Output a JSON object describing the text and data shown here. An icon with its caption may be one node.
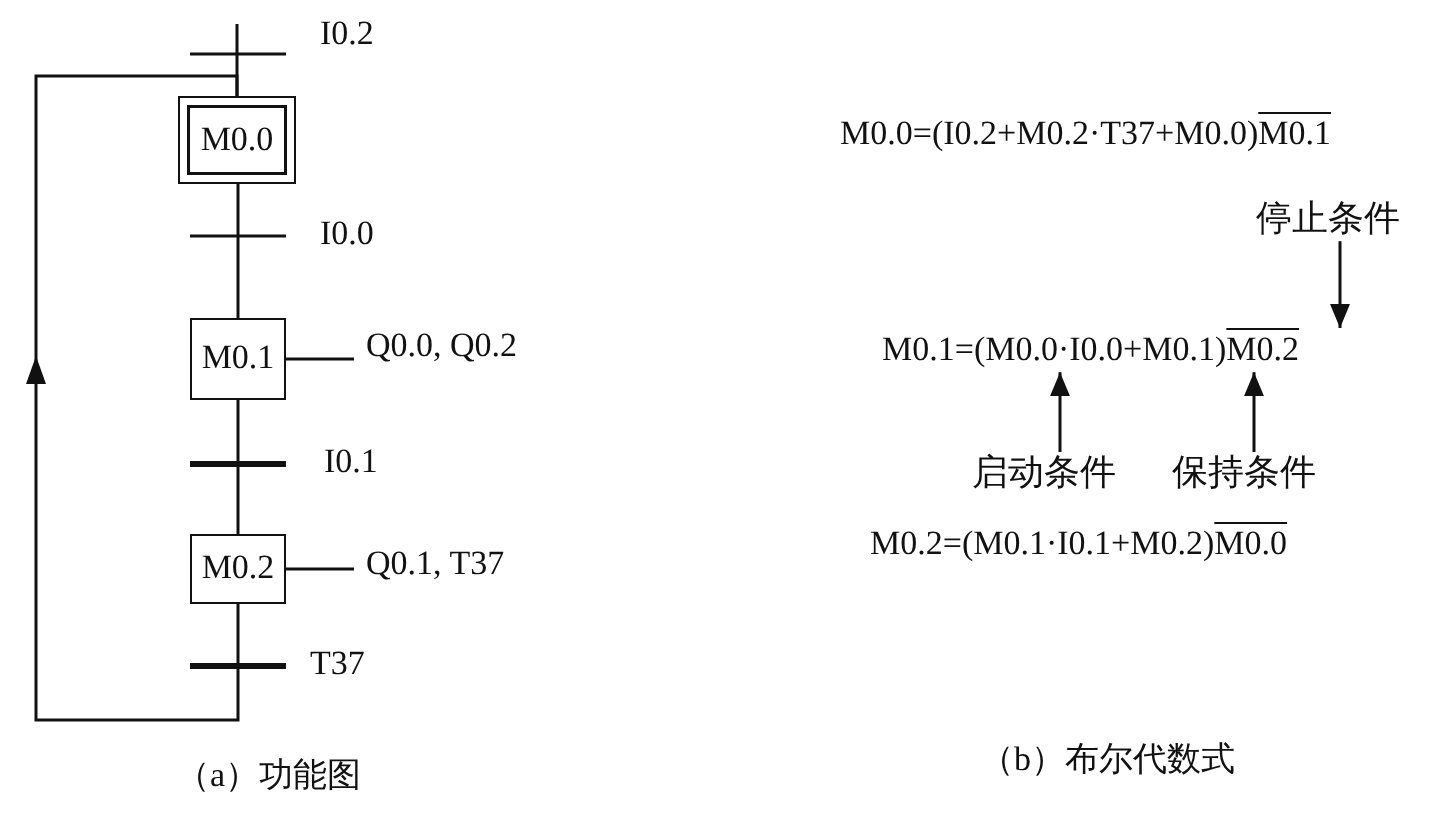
{
  "diagram": {
    "nodes": [
      {
        "text": [
          "M0.0"
        ]
      },
      {
        "text": [
          "M0.1"
        ]
      },
      {
        "text": [
          "M0.2"
        ]
      },
      {
        "text": [
          "Q0.0, Q0.2"
        ]
      },
      {
        "text": [
          "Q0.1, T37"
        ]
      },
      {
        "text": [
          "停止条件"
        ]
      },
      {
        "text": [
          "启动条件"
        ]
      },
      {
        "text": [
          "保持条件"
        ]
      },
      {
        "text": [
          "M0.1=(M0.0·I0.0+M0.1)",
          "M0.2"
        ]
      }
    ],
    "edges": [
      {
        "from": null,
        "to": 0,
        "arrow": "none",
        "label": "I0.2"
      },
      {
        "from": 0,
        "to": 1,
        "arrow": "none",
        "label": "I0.0"
      },
      {
        "from": 1,
        "to": 2,
        "arrow": "none",
        "label": "I0.1"
      },
      {
        "from": 2,
        "to": 0,
        "arrow": "to",
        "label": "T37"
      },
      {
        "from": 1,
        "to": 3,
        "arrow": "none"
      },
      {
        "from": 2,
        "to": 4,
        "arrow": "none"
      },
      {
        "from": 5,
        "to": 8,
        "arrow": "to"
      },
      {
        "from": 6,
        "to": 8,
        "arrow": "to"
      },
      {
        "from": 7,
        "to": 8,
        "arrow": "to"
      }
    ],
    "labels": [
      "M0.0=(I0.2+M0.2·T37+M0.0)",
      "M0.1",
      "M0.2=(M0.1·I0.1+M0.2)",
      "M0.0",
      "（a）功能图",
      "（b）布尔代数式"
    ]
  }
}
